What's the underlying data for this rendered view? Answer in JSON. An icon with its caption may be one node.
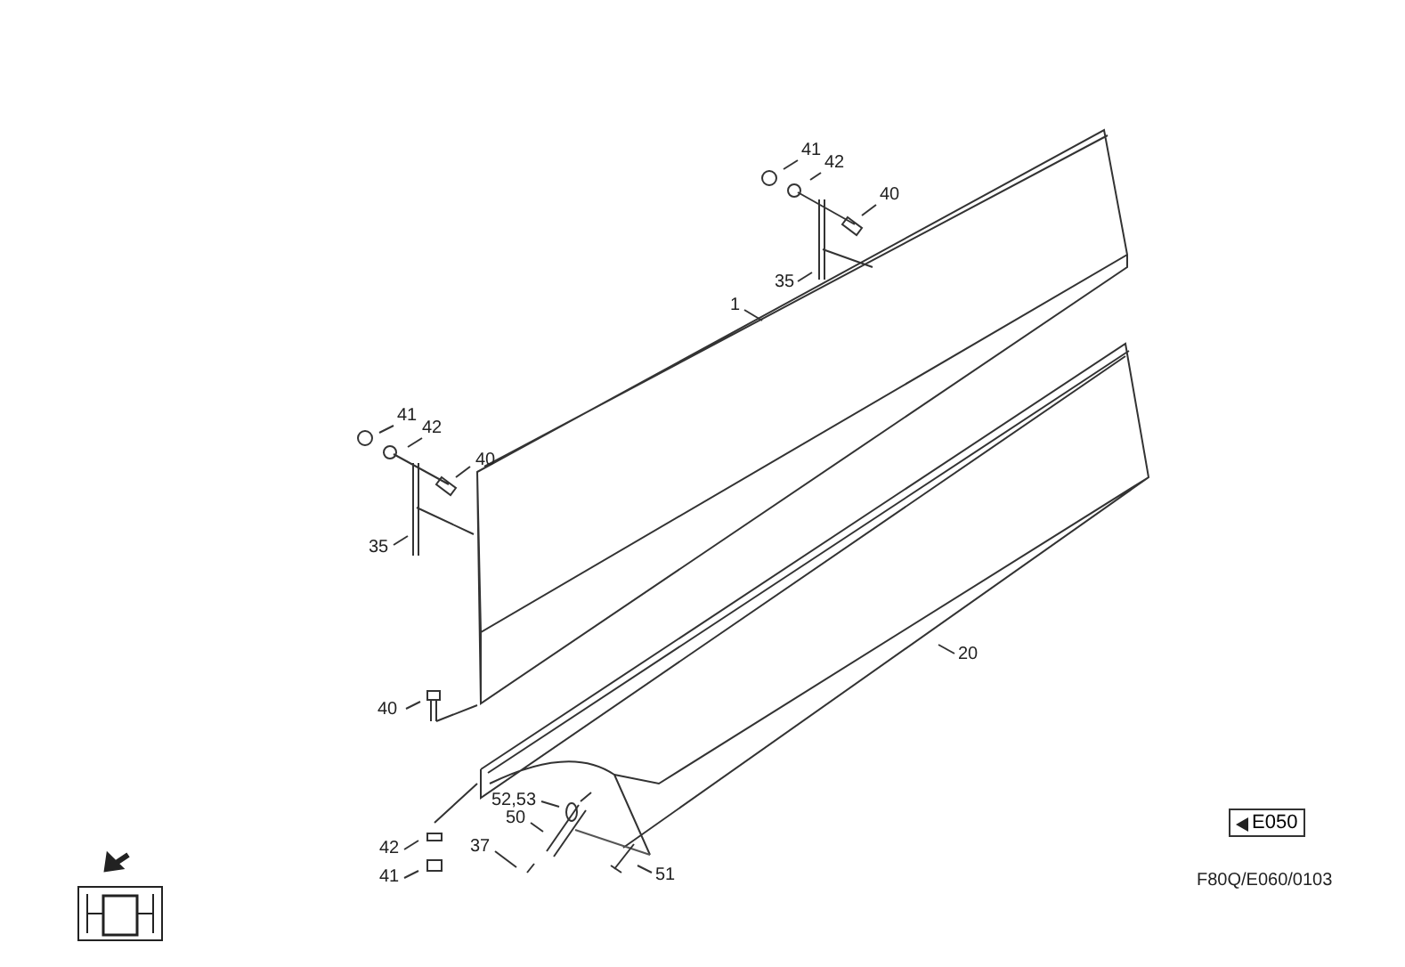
{
  "diagram": {
    "nodes": [
      {
        "text": [
          "41"
        ]
      },
      {
        "text": [
          "42"
        ]
      },
      {
        "text": [
          "40"
        ]
      },
      {
        "text": [
          "35"
        ]
      },
      {
        "text": [
          "1"
        ]
      },
      {
        "text": [
          "41"
        ]
      },
      {
        "text": [
          "42"
        ]
      },
      {
        "text": [
          "40"
        ]
      },
      {
        "text": [
          "35"
        ]
      },
      {
        "text": [
          "20"
        ]
      },
      {
        "text": [
          "40"
        ]
      },
      {
        "text": [
          "52,53"
        ]
      },
      {
        "text": [
          "50"
        ]
      },
      {
        "text": [
          "37"
        ]
      },
      {
        "text": [
          "42"
        ]
      },
      {
        "text": [
          "41"
        ]
      },
      {
        "text": [
          "51"
        ]
      }
    ],
    "edges": [
      {
        "from": 0,
        "to": null,
        "arrow": "none"
      },
      {
        "from": 1,
        "to": null,
        "arrow": "none"
      },
      {
        "from": 2,
        "to": null,
        "arrow": "none"
      },
      {
        "from": 3,
        "to": null,
        "arrow": "none"
      },
      {
        "from": 4,
        "to": null,
        "arrow": "none"
      },
      {
        "from": 5,
        "to": null,
        "arrow": "none"
      },
      {
        "from": 6,
        "to": null,
        "arrow": "none"
      },
      {
        "from": 7,
        "to": null,
        "arrow": "none"
      },
      {
        "from": 8,
        "to": null,
        "arrow": "none"
      },
      {
        "from": 9,
        "to": null,
        "arrow": "none"
      },
      {
        "from": 10,
        "to": null,
        "arrow": "none"
      },
      {
        "from": 11,
        "to": null,
        "arrow": "none"
      },
      {
        "from": 12,
        "to": null,
        "arrow": "none"
      },
      {
        "from": 13,
        "to": null,
        "arrow": "none"
      },
      {
        "from": 14,
        "to": null,
        "arrow": "none"
      },
      {
        "from": 15,
        "to": null,
        "arrow": "none"
      },
      {
        "from": 16,
        "to": null,
        "arrow": "none"
      }
    ],
    "labels": [
      "E050",
      "F80Q/E060/0103"
    ]
  }
}
